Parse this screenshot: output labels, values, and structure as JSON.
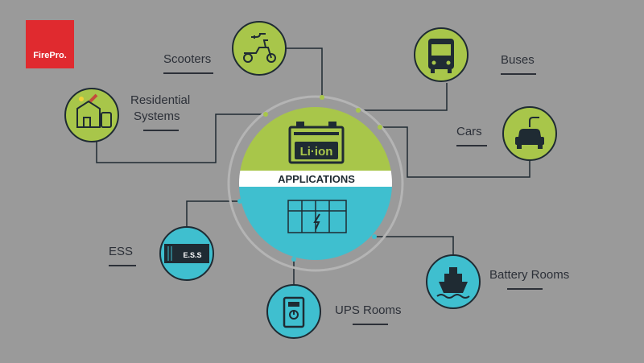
{
  "brand": {
    "logo_text": "FirePro."
  },
  "center": {
    "battery_label": "Li·ion",
    "band_label": "APPLICATIONS"
  },
  "nodes": {
    "scooters": {
      "label": "Scooters",
      "icon": "scooter-icon"
    },
    "buses": {
      "label": "Buses",
      "icon": "bus-icon"
    },
    "residential": {
      "label_line1": "Residential",
      "label_line2": "Systems",
      "icon": "house-solar-icon"
    },
    "cars": {
      "label": "Cars",
      "icon": "car-icon"
    },
    "ess": {
      "label": "ESS",
      "icon": "ess-container-icon",
      "icon_text": "E.S.S"
    },
    "ups": {
      "label": "UPS Rooms",
      "icon": "ups-icon"
    },
    "battery_rooms": {
      "label": "Battery Rooms",
      "icon": "ship-icon"
    }
  },
  "colors": {
    "background": "#9a9a9a",
    "green": "#a8c64a",
    "cyan": "#3fbfcf",
    "dark": "#1f2b33",
    "brand_red": "#e02a2f"
  }
}
